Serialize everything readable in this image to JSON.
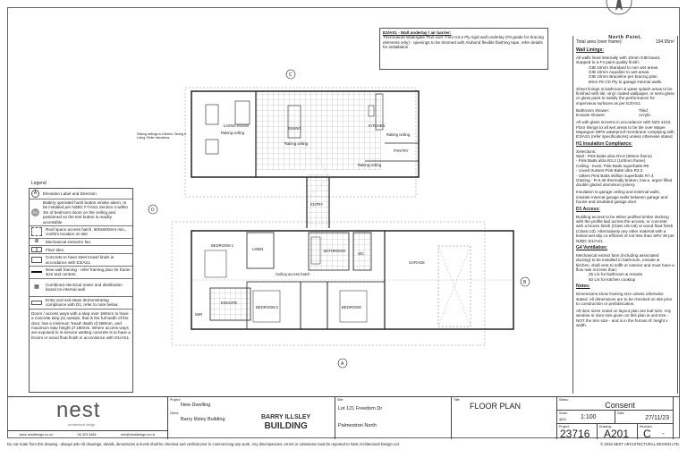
{
  "e2_note": {
    "title": "E2/AS1 - Wall underlay / air barrier:",
    "body": "Thermakraft Watergate Plus over 7mm H3.2 Ply rigid wall underlay (F8 grade for bracing elements only) - openings to be trimmed with Alubond flexible flashing tape, refer details for installation."
  },
  "north_point": "North Point.",
  "total_area": {
    "label": "Total area (over frame):",
    "value": "194.05m²"
  },
  "notes": {
    "wall_linings": {
      "heading": "Wall Linings:",
      "intro": "All walls lined internally with 10mm GIB board, stopped to a F4 paint quality finish:",
      "items": [
        "GIB 10mm Standard to non wet areas.",
        "GIB 10mm Aqualine to wet areas.",
        "GIB 10mm Braceline per bracing plan.",
        "9mm F8 CD Ply to garage internal walls."
      ],
      "sheet": "Sheet linings in bathroom & water splash areas to be finished with tile, vinyl coated wallpaper, or semi-gloss or gloss paint to satisfy the performance for impervious surfaces as per E3/AS1.",
      "showers": [
        [
          "Bathroom shower:",
          "Tiled"
        ],
        [
          "Ensuite shower:",
          "Acrylic"
        ]
      ],
      "glass": "All with glass screens in accordance with NZS 4223. Floor linings to all wet areas to be tile over Mapei Mapegum WPS waterproof membrane complying with E3/AS1 (refer specifications) unless otherwise stated."
    },
    "h1": {
      "heading": "H1 Insulation Compliance:",
      "selections": "Selections:",
      "lines": [
        "Wall - Pink Batts ultra R2.8 (90mm frame)",
        "- Pink Batts ultra R3.2 (140mm frame)",
        "Ceiling - truss: Pink Batts superbatts R6",
        "- coved trusses Pink Batts ultra R3.2",
        "- rafters Pink Batts skillion superbatts R7.4",
        "Glazing - R-0.46 thermally broken, low-e, argon filled double glazed aluminium joinery."
      ],
      "garage": "Insulation to garage ceiling and external walls, insulate internal garage walls between garage and house and insulated garage door."
    },
    "d1": {
      "heading": "D1 Access:",
      "body": "Building access to be either profiled timber decking with the profile laid across the access, or concrete with a broom finish (Class U5-U6) or wood float finish (Class U3). Alternatively any other material with a tested wet slip co-efficient of not less than SRV 39 per NZBC D1/AS1."
    },
    "g4": {
      "heading": "G4 Ventilation:",
      "body": "Mechanical extract fans (including associated ducting) to be installed in bathroom, ensuite & kitchen, shall vent to soffit or exterior and must have a flow rate not less than:",
      "items": [
        "25 L/s for bathroom & ensuite",
        "50 L/s for kitchen cooktop"
      ]
    },
    "general": {
      "heading": "Notes:",
      "items": [
        "Dimensions show framing size unless otherwise stated. All dimensions are to be checked on site prior to construction or prefabrication.",
        "All door sizes noted on layout plan are leaf size. Any window or door size given on this plan is unit size - NOT the trim size - and is in the format of: height x width."
      ]
    }
  },
  "legend": {
    "title": "Legend",
    "rows": [
      {
        "icon": "elevation-marker-icon",
        "glyph": "A",
        "text": "Elevation Label and Direction"
      },
      {
        "icon": "smoke-alarm-icon",
        "glyph": "SD",
        "text": "Battery operated hush button smoke alarm, to be installed per NZBC F7/AS1 Section 3 within 3m of bedroom doors on the ceiling and positioned so the test button is readily accessible"
      },
      {
        "icon": "roof-hatch-icon",
        "glyph": "",
        "text": "Roof space access hatch, 600x600mm min., confirm location on site"
      },
      {
        "icon": "extractor-fan-icon",
        "glyph": "⊕",
        "text": "Mechanical extractor fan."
      },
      {
        "icon": "floor-tiles-icon",
        "glyph": "",
        "text": "Floor tiles."
      },
      {
        "icon": "concrete-icon",
        "glyph": "",
        "text": "Concrete to have steel trowel finish in accordance with E3/AS1"
      },
      {
        "icon": "wall-framing-icon",
        "glyph": "",
        "text": "New wall framing - refer framing plan for frame size and centres."
      },
      {
        "icon": "meter-board-icon",
        "glyph": "▦",
        "text": "Combined electrical meter and distribution board on internal wall"
      },
      {
        "icon": "entry-steps-icon",
        "glyph": "",
        "text": "Entry and exit steps demonstrating compliance with D1, refer to note below"
      }
    ],
    "doors_note": "Doors / access ways with a step over 190mm to have a concrete step (s) outside, that is the full width of the door, has a minimum 'tread' depth of 280mm, and maximum step height of 190mm. Where access ways are exposed to in-service wetting concrete is to have a broom or wood float finish in accordance with D1/AS1."
  },
  "plan": {
    "rooms": {
      "living": "LIVING ROOM",
      "dining": "DINING",
      "kitchen": "KITCHEN",
      "pantry": "PANTRY",
      "entry": "ENTRY",
      "linen": "LINEN",
      "bed1": "BEDROOM 1",
      "bathroom": "BATHROOM",
      "wc": "WC",
      "garage": "GARAGE",
      "ensuite": "ENSUITE",
      "wir": "WIR",
      "bed2": "BEDROOM 2",
      "bed3": "BEDROOM"
    },
    "raking": "Raking ceiling",
    "raking_callout": "Raking ceilings to Kitchen, Dining & Living. Refer elevations",
    "hatch": "Ceiling access hatch",
    "elevations": [
      "A",
      "B",
      "C",
      "D"
    ]
  },
  "title_block": {
    "web": "www.nestdesign.co.nz",
    "phone": "06 323 3484",
    "email": "info@nestdesign.co.nz",
    "logo": "nest",
    "logo_sub": "architectural design",
    "project_label": "Project:",
    "project": "New Dwelling",
    "client_label": "Client:",
    "client": "Barry Illsley Building",
    "builder_logo": [
      "BARRY ILLSLEY",
      "BUILDING"
    ],
    "site_label": "Site:",
    "site1": "Lot 121 Freedom Dr",
    "site2": "Palmerston North",
    "title_label": "Title:",
    "title": "FLOOR PLAN",
    "status_label": "Status:",
    "status": "Consent",
    "scale_label": "Scale:",
    "scale_sub": "@A3",
    "scale": "1:100",
    "date_label": "Date:",
    "date": "27/11/23",
    "project_no_label": "Project:",
    "project_no": "23716",
    "drawing_label": "Drawing:",
    "drawing": "A201",
    "revision_label": "Revision:",
    "revision": "C",
    "revision_note": "-"
  },
  "footer": {
    "disclaimer": "Do not scale from this drawing - always ask! All drawings, details, dimensions & levels shall be checked and verified prior to commencing any work. Any discrepancies, errors or omissions must be reported to Nest Architectural Design Ltd.",
    "copyright": "© 2015 NEST ARCHITECTURAL DESIGN LTD."
  }
}
